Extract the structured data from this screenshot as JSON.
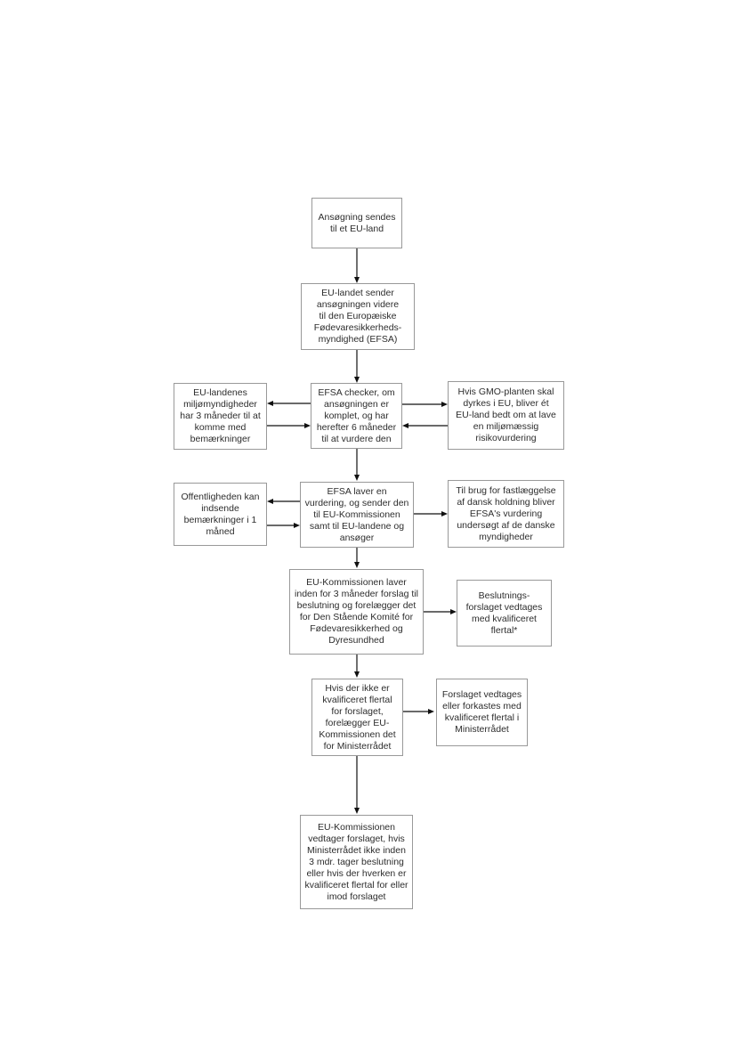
{
  "diagram": {
    "background_color": "#ffffff",
    "box_border_color": "#999999",
    "text_color": "#2d2d2d",
    "arrow_color": "#111111",
    "nodes": {
      "application": {
        "text": "Ansøgning sendes\ntil et EU-land"
      },
      "forwarding": {
        "text": "EU-landet sender\nansøgningen videre\ntil den Europæiske\nFødevaresikkerheds-\nmyndighed (EFSA)"
      },
      "member_states_comments": {
        "text": "EU-landenes\nmiljømyndigheder\nhar 3 måneder til at\nkomme med\nbemærkninger"
      },
      "efsa_check": {
        "text": "EFSA checker, om\nansøgningen er\nkomplet, og har\nherefter 6 måneder\ntil at vurdere den"
      },
      "cultivation_assessment": {
        "text": "Hvis GMO-planten skal\ndyrkes i EU, bliver ét\nEU-land bedt om at lave\nen miljømæssig\nrisikovurdering"
      },
      "public_comments": {
        "text": "Offentligheden kan\nindsende\nbemærkninger i 1\nmåned"
      },
      "efsa_opinion": {
        "text": "EFSA laver en\nvurdering, og sender den\ntil EU-Kommissionen\nsamt til EU-landene og\nansøger"
      },
      "danish_review": {
        "text": "Til brug for fastlæggelse\naf dansk holdning bliver\nEFSA's vurdering\nundersøgt af de danske\nmyndigheder"
      },
      "commission_proposal": {
        "text": "EU-Kommissionen laver\ninden for 3 måneder forslag til\nbeslutning og forelægger det\nfor Den Stående Komité for\nFødevaresikkerhed og\nDyresundhed"
      },
      "committee_vote": {
        "text": "Beslutnings-\nforslaget vedtages\nmed kvalificeret\nflertal*"
      },
      "council_referral": {
        "text": "Hvis der ikke er\nkvalificeret flertal\nfor forslaget,\nforelægger EU-\nKommissionen det\nfor Ministerrådet"
      },
      "council_vote": {
        "text": "Forslaget vedtages\neller forkastes med\nkvalificeret flertal i\nMinisterrådet"
      },
      "commission_adoption": {
        "text": "EU-Kommissionen\nvedtager forslaget, hvis\nMinisterrådet ikke inden\n3 mdr. tager beslutning\neller hvis der hverken er\nkvalificeret flertal for eller\nimod forslaget"
      }
    },
    "edges": [
      {
        "from": "application",
        "to": "forwarding"
      },
      {
        "from": "forwarding",
        "to": "efsa_check"
      },
      {
        "from": "efsa_check",
        "to": "member_states_comments"
      },
      {
        "from": "member_states_comments",
        "to": "efsa_check"
      },
      {
        "from": "efsa_check",
        "to": "cultivation_assessment"
      },
      {
        "from": "cultivation_assessment",
        "to": "efsa_check"
      },
      {
        "from": "efsa_check",
        "to": "efsa_opinion"
      },
      {
        "from": "efsa_opinion",
        "to": "public_comments"
      },
      {
        "from": "public_comments",
        "to": "efsa_opinion"
      },
      {
        "from": "efsa_opinion",
        "to": "danish_review"
      },
      {
        "from": "efsa_opinion",
        "to": "commission_proposal"
      },
      {
        "from": "commission_proposal",
        "to": "committee_vote"
      },
      {
        "from": "commission_proposal",
        "to": "council_referral"
      },
      {
        "from": "council_referral",
        "to": "council_vote"
      },
      {
        "from": "council_referral",
        "to": "commission_adoption"
      }
    ]
  }
}
